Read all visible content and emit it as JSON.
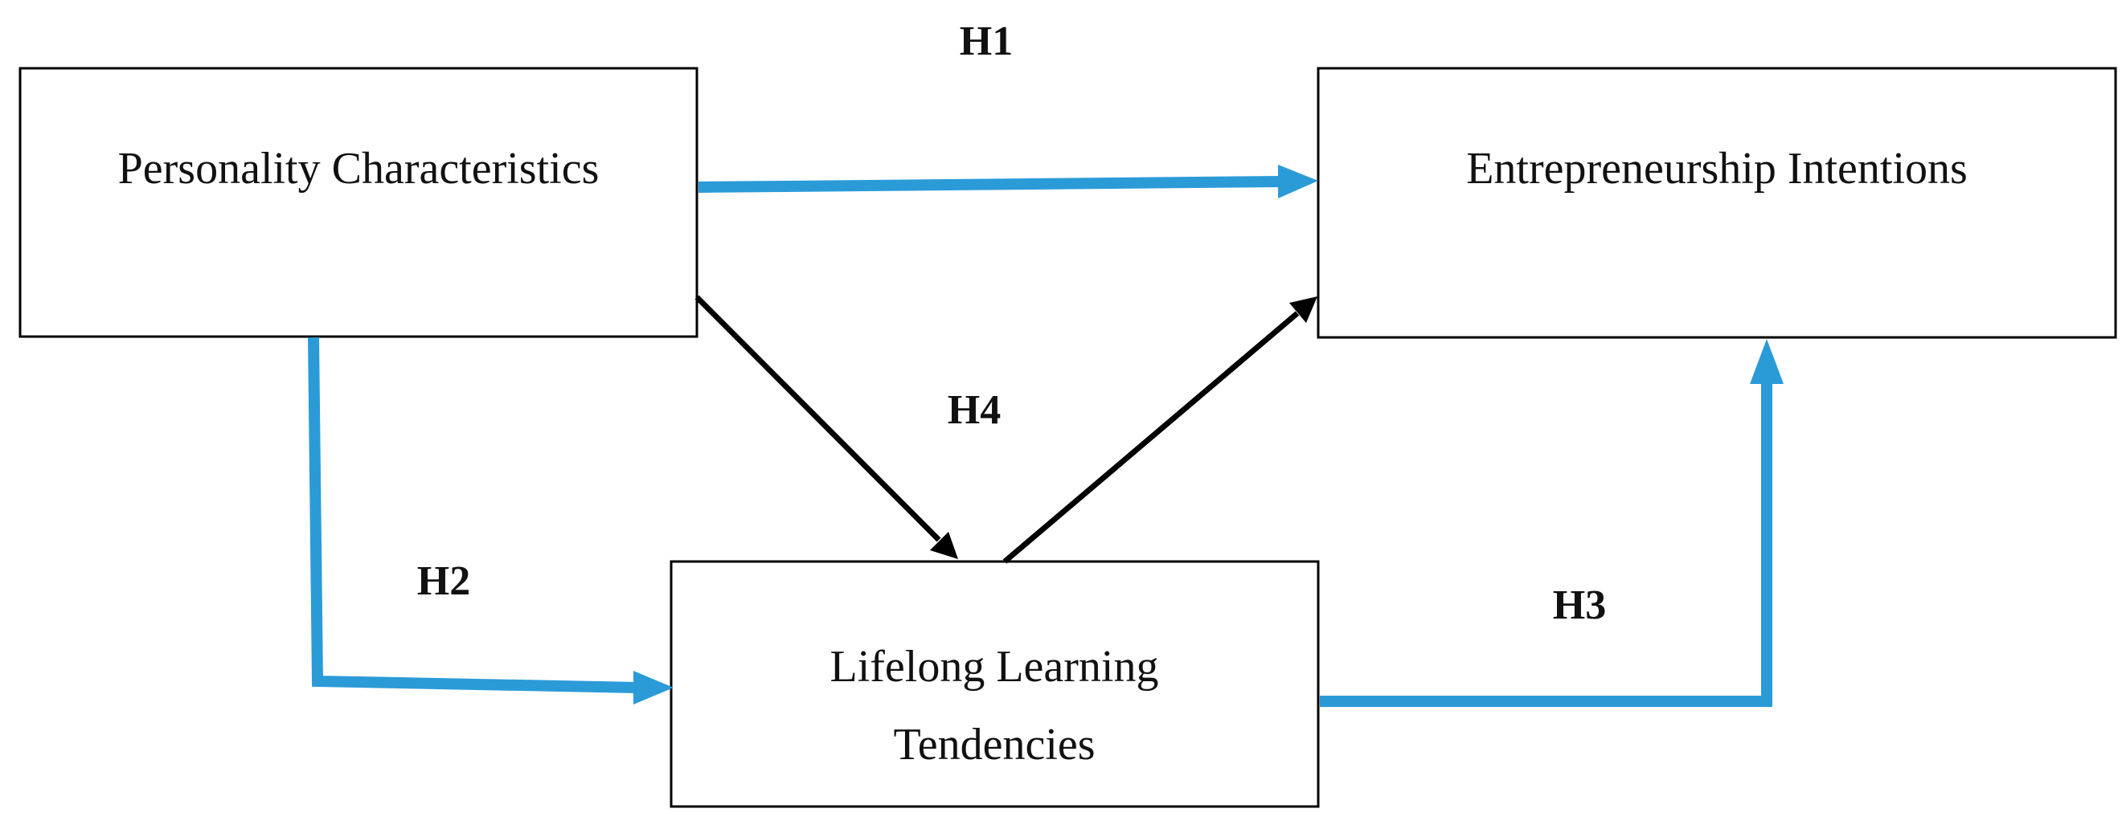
{
  "colors": {
    "main_path": "#2b9bd8",
    "mediation_path": "#000000",
    "box_border": "#000000",
    "text": "#111111"
  },
  "boxes": {
    "personality": {
      "label": "Personality Characteristics"
    },
    "entrepreneurship": {
      "label": "Entrepreneurship Intentions"
    },
    "lifelong": {
      "label_line1": "Lifelong Learning",
      "label_line2": "Tendencies"
    }
  },
  "hypotheses": {
    "h1": "H1",
    "h2": "H2",
    "h3": "H3",
    "h4": "H4"
  }
}
